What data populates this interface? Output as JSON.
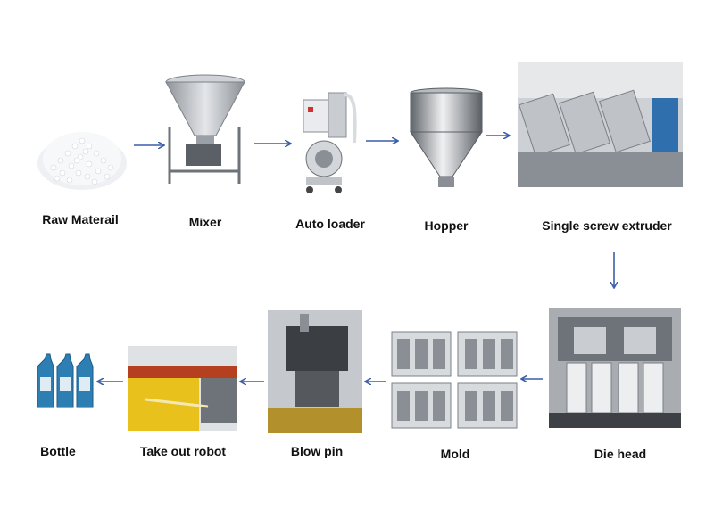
{
  "diagram": {
    "steps": [
      {
        "id": "raw",
        "label": "Raw Materail"
      },
      {
        "id": "mixer",
        "label": "Mixer"
      },
      {
        "id": "loader",
        "label": "Auto loader"
      },
      {
        "id": "hopper",
        "label": "Hopper"
      },
      {
        "id": "extruder",
        "label": "Single screw extruder"
      },
      {
        "id": "die",
        "label": "Die head"
      },
      {
        "id": "mold",
        "label": "Mold"
      },
      {
        "id": "blowpin",
        "label": "Blow pin"
      },
      {
        "id": "robot",
        "label": "Take out robot"
      },
      {
        "id": "bottle",
        "label": "Bottle"
      }
    ]
  },
  "colors": {
    "arrow": "#3a5fa8",
    "label": "#111111",
    "steel": "#b9bcc0",
    "bottle": "#2d7fb3"
  },
  "icons": {
    "raw": "plastic-pellets-image",
    "mixer": "mixer-machine-image",
    "loader": "auto-loader-image",
    "hopper": "hopper-image",
    "extruder": "extruder-photo",
    "die": "die-head-photo",
    "mold": "mold-photo",
    "blowpin": "blow-pin-photo",
    "robot": "robot-photo",
    "bottle": "bottles-image"
  }
}
